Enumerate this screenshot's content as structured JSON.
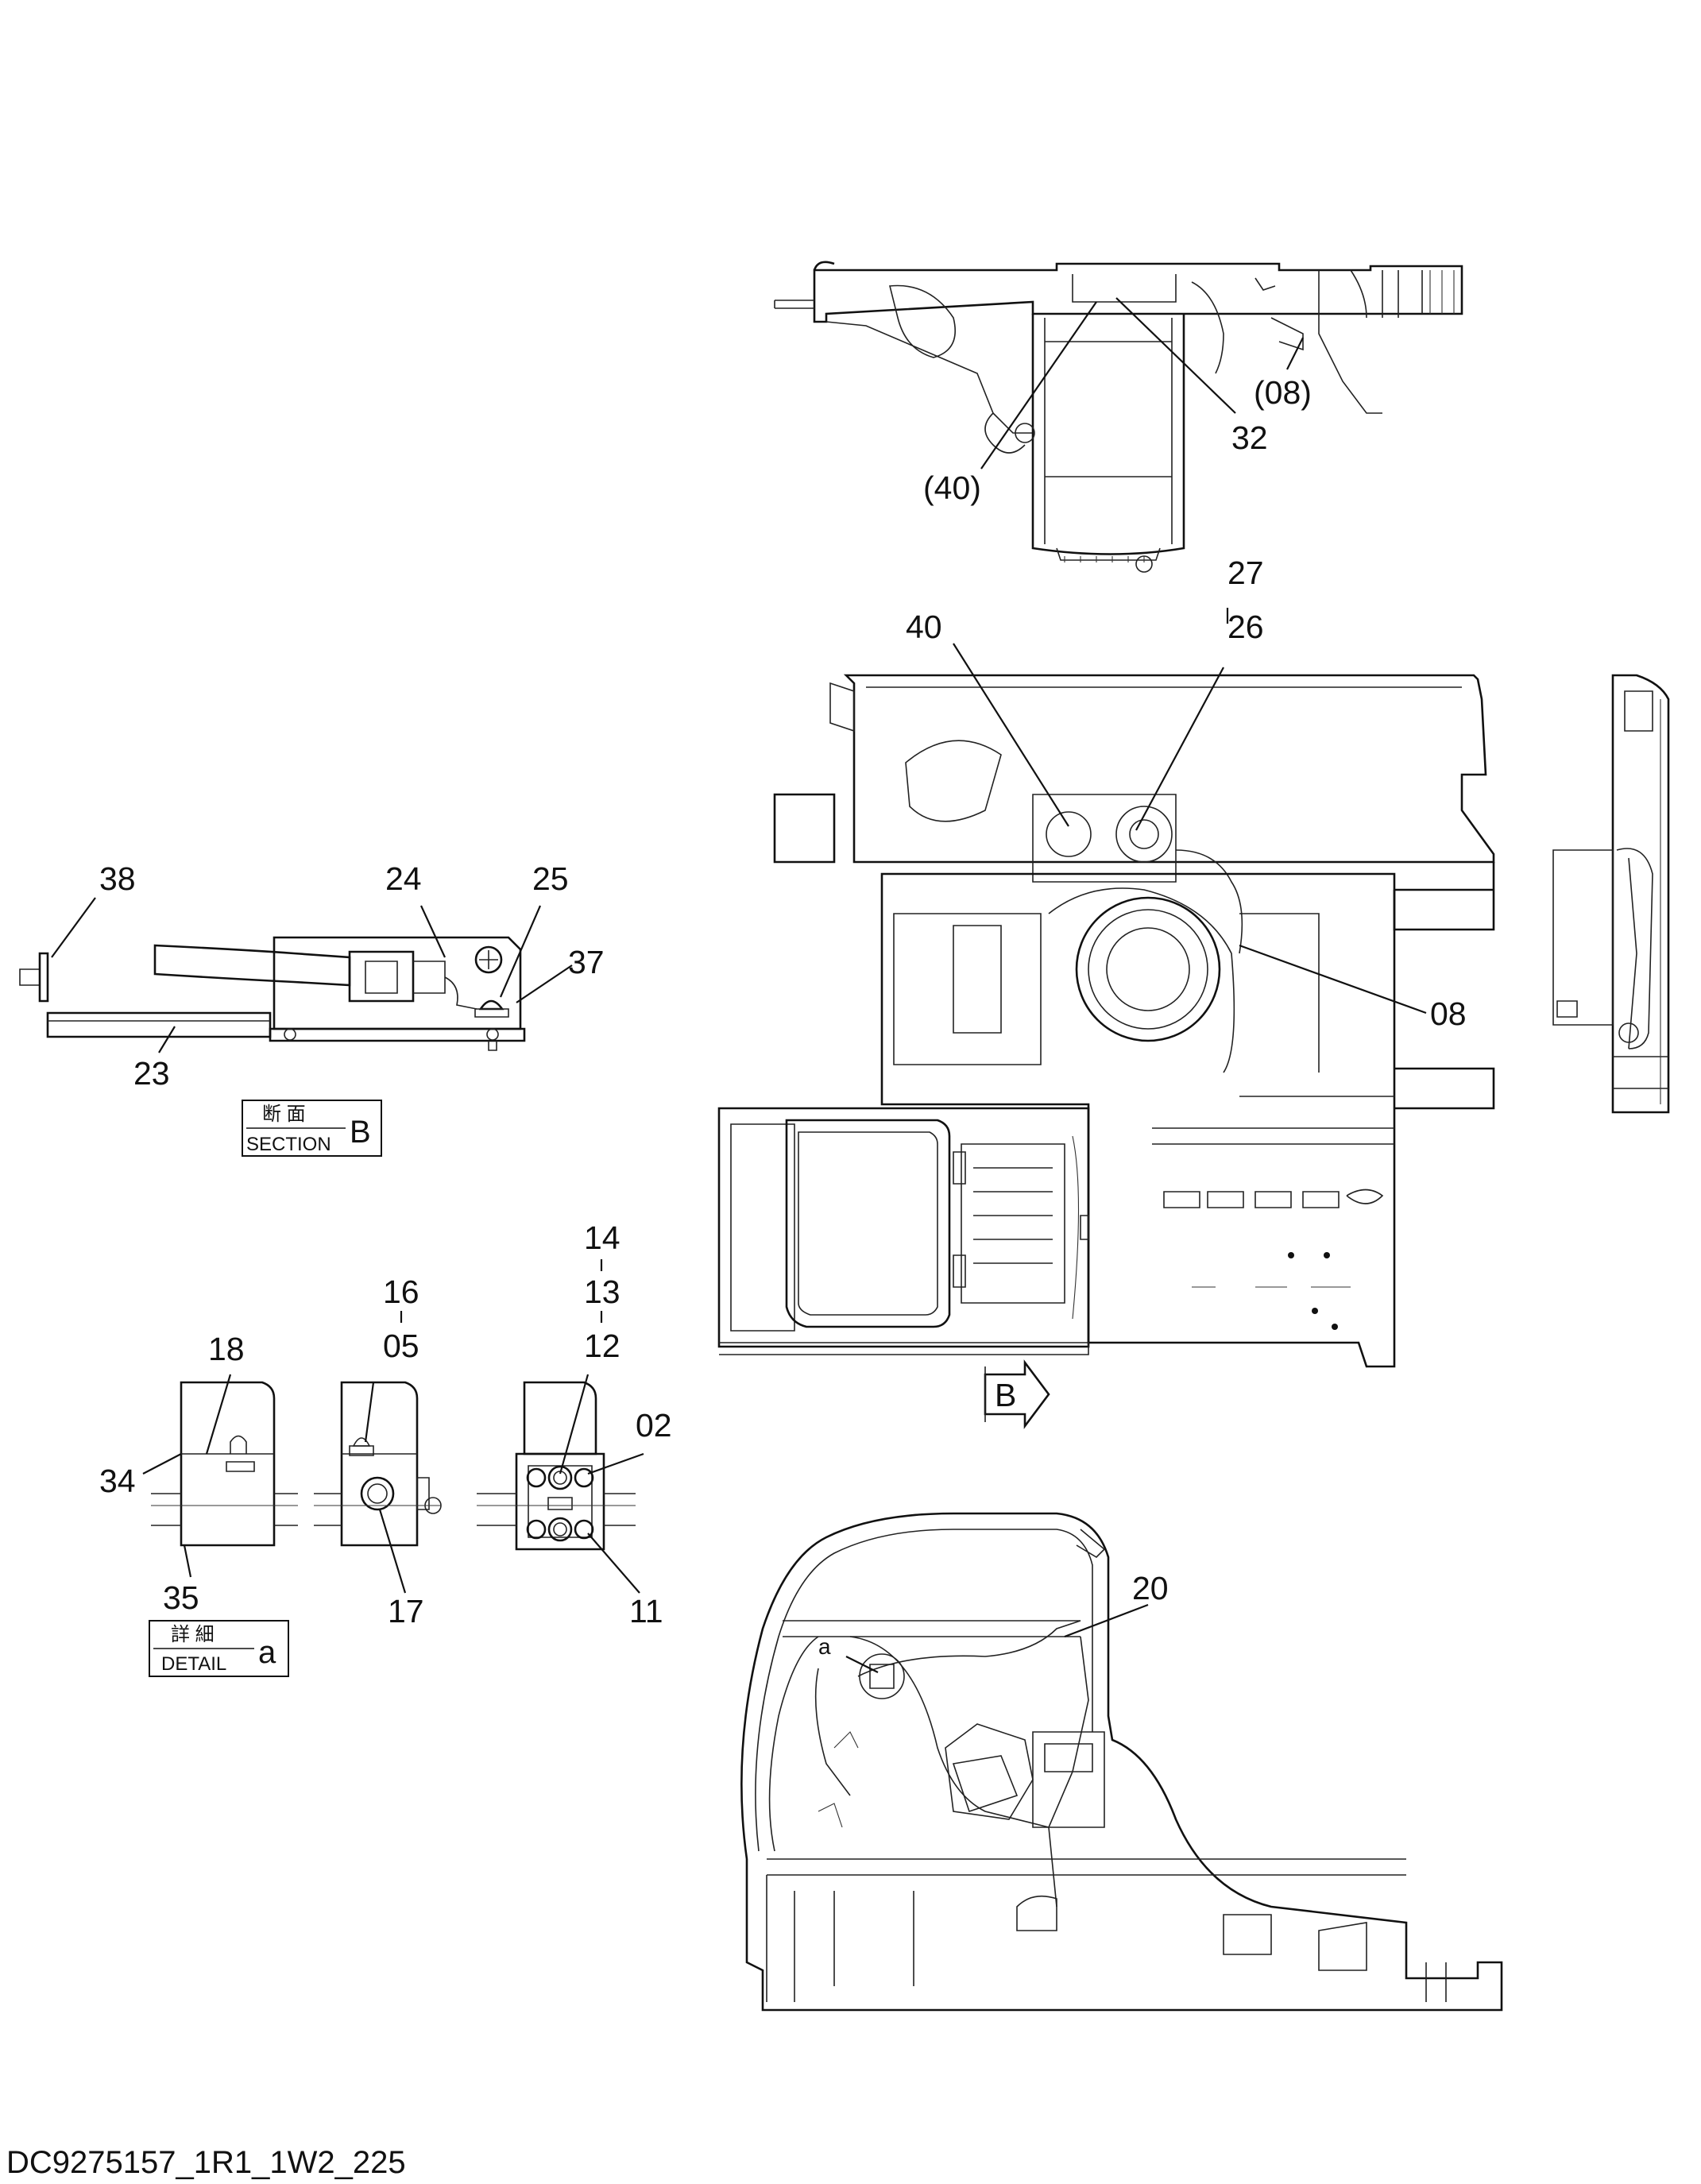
{
  "callouts": {
    "c40p_top": "(40)",
    "c32": "32",
    "c08p": "(08)",
    "c27": "27",
    "c26": "26",
    "c40": "40",
    "c08": "08",
    "c38": "38",
    "c24": "24",
    "c25": "25",
    "c37": "37",
    "c23": "23",
    "c14": "14",
    "c13": "13",
    "c12": "12",
    "c16": "16",
    "c05": "05",
    "c18": "18",
    "c02": "02",
    "c34": "34",
    "c35": "35",
    "c17": "17",
    "c11": "11",
    "c20": "20",
    "ca": "a"
  },
  "section_label": {
    "jp": "断 面",
    "en": "SECTION",
    "letter": "B"
  },
  "detail_label": {
    "jp": "詳 細",
    "en": "DETAIL",
    "letter": "a"
  },
  "view_arrow": {
    "letter": "B"
  },
  "document_id": "DC9275157_1R1_1W2_225"
}
